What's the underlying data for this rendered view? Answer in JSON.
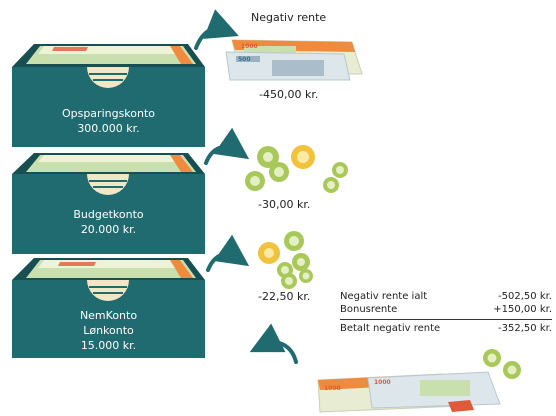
{
  "title": "Negativ rente",
  "accounts": [
    {
      "name": "Opsparingskonto",
      "balance": "300.000 kr.",
      "fee": "-450,00 kr."
    },
    {
      "name": "Budgetkonto",
      "balance": "20.000 kr.",
      "fee": "-30,00 kr."
    },
    {
      "lines": [
        "NemKonto",
        "Lønkonto"
      ],
      "balance": "15.000 kr.",
      "fee": "-22,50 kr."
    }
  ],
  "summary": {
    "rows": [
      {
        "label": "Negativ rente ialt",
        "value": "-502,50 kr."
      },
      {
        "label": "Bonusrente",
        "value": "+150,00 kr."
      }
    ],
    "total": {
      "label": "Betalt negativ rente",
      "value": "-352,50 kr."
    }
  },
  "banknote_denominations": [
    "1000",
    "500"
  ],
  "colors": {
    "box": "#1f6b70",
    "box_dark": "#174f53",
    "banknote_green": "#c9dfae",
    "banknote_pale": "#eef3d8",
    "banknote_orange": "#f08a3c",
    "banknote_red": "#e05a3a",
    "coin_green": "#a8c95a",
    "coin_gold": "#f1c23c",
    "arrow": "#1f6b70"
  }
}
